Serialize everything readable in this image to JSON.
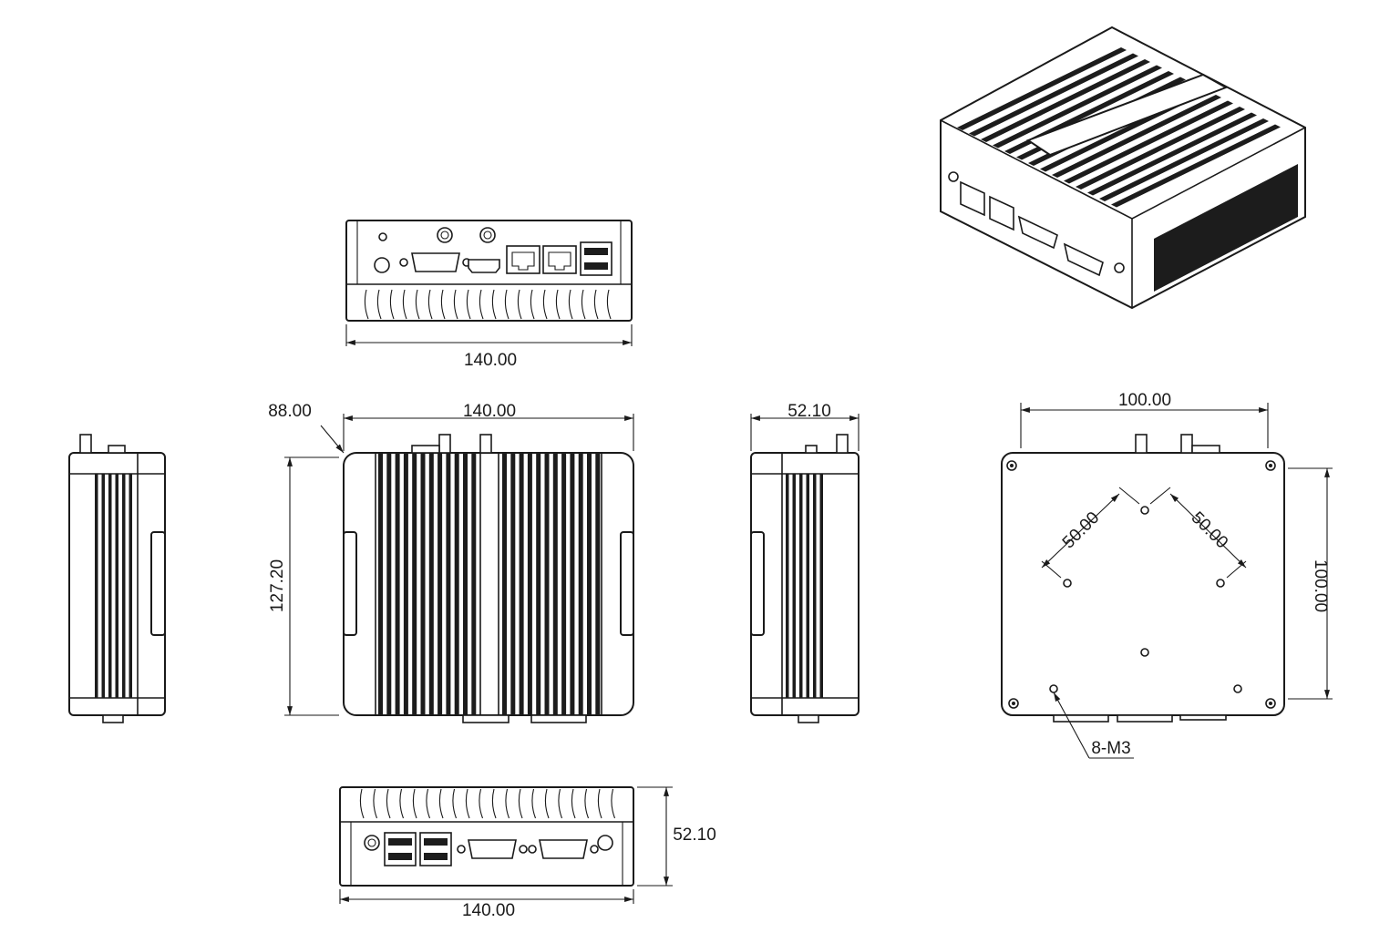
{
  "dimensions": {
    "front_width": "140.00",
    "top_depth_label": "88.00",
    "top_width": "140.00",
    "top_height": "127.20",
    "side_width": "52.10",
    "bottom_width": "100.00",
    "bottom_height": "100.00",
    "bottom_hole_spacing_left": "50.00",
    "bottom_hole_spacing_right": "50.00",
    "bottom_holes": "8-M3",
    "rear_height": "52.10",
    "rear_width": "140.00"
  }
}
